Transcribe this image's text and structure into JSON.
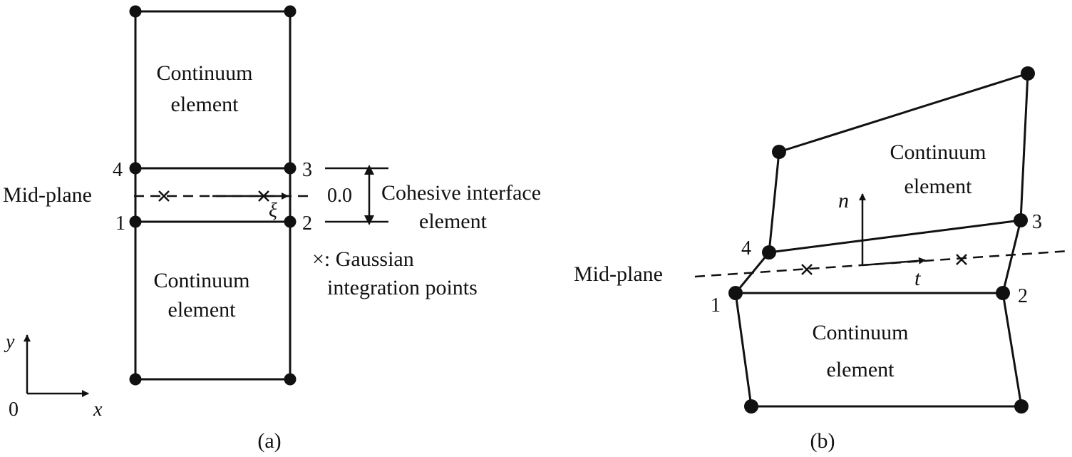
{
  "panel_a": {
    "caption": "(a)",
    "top_element_line1": "Continuum",
    "top_element_line2": "element",
    "bottom_element_line1": "Continuum",
    "bottom_element_line2": "element",
    "midplane_label": "Mid-plane",
    "node_labels": [
      "1",
      "2",
      "3",
      "4"
    ],
    "xi_symbol": "ξ",
    "thickness_value": "0.0",
    "cohesive_line1": "Cohesive interface",
    "cohesive_line2": "element",
    "gauss_line1": "×: Gaussian",
    "gauss_line2": "integration points",
    "axis_y": "y",
    "axis_x": "x",
    "axis_origin": "0"
  },
  "panel_b": {
    "caption": "(b)",
    "top_element_line1": "Continuum",
    "top_element_line2": "element",
    "bottom_element_line1": "Continuum",
    "bottom_element_line2": "element",
    "midplane_label": "Mid-plane",
    "node_labels": [
      "1",
      "2",
      "3",
      "4"
    ],
    "normal_symbol": "n",
    "tangent_symbol": "t"
  },
  "colors": {
    "stroke": "#111111",
    "background": "#ffffff"
  }
}
